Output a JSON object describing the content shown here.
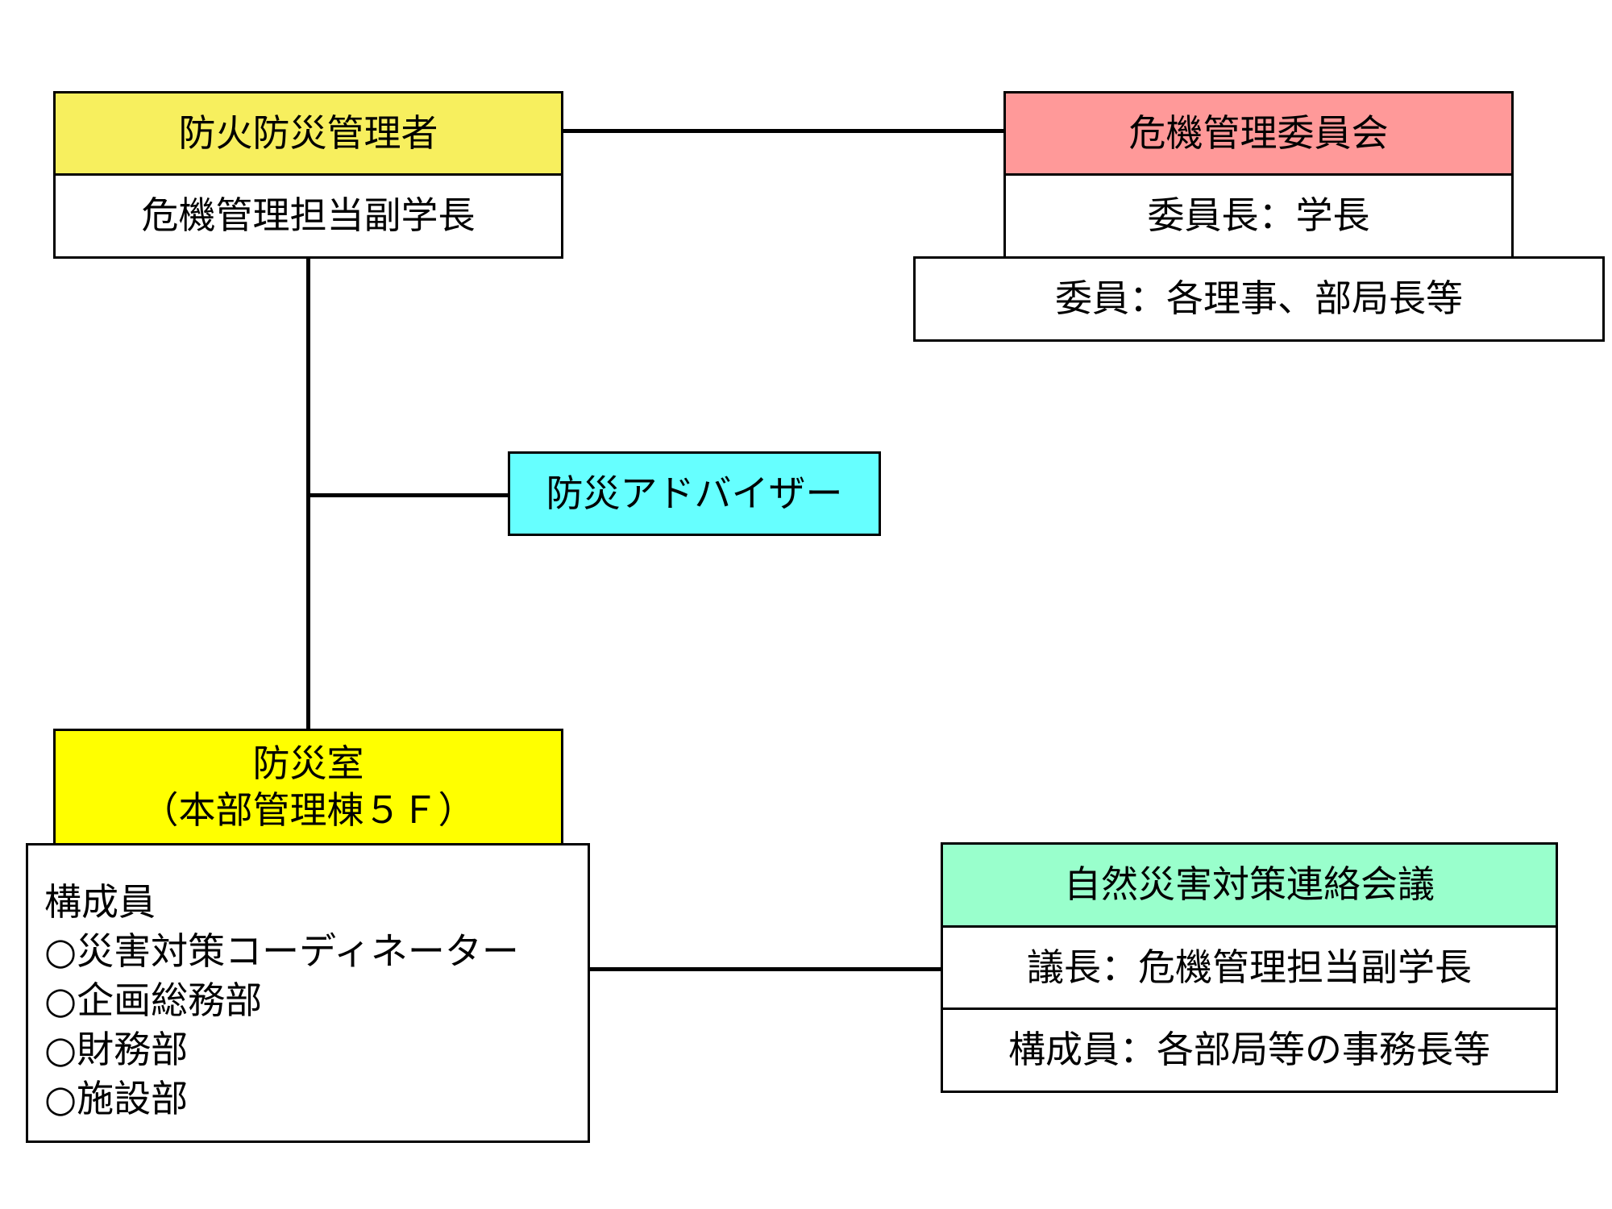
{
  "colors": {
    "yellow_light": "#F7EF5E",
    "yellow": "#FFFF00",
    "pink": "#FF9999",
    "cyan": "#66FFFF",
    "mint": "#99FFCC",
    "line": "#000000"
  },
  "fire_manager": {
    "title": "防火防災管理者",
    "role": "危機管理担当副学長"
  },
  "crisis_committee": {
    "title": "危機管理委員会",
    "chair": "委員長：学長",
    "members": "委員：各理事、部局長等"
  },
  "advisor": {
    "title": "防災アドバイザー"
  },
  "disaster_office": {
    "title_line1": "防災室",
    "title_line2": "（本部管理棟５Ｆ）",
    "members_heading": "構成員",
    "members": [
      "○災害対策コーディネーター",
      "○企画総務部",
      "○財務部",
      "○施設部"
    ]
  },
  "liaison_council": {
    "title": "自然災害対策連絡会議",
    "chair": "議長：危機管理担当副学長",
    "members": "構成員：各部局等の事務長等"
  }
}
